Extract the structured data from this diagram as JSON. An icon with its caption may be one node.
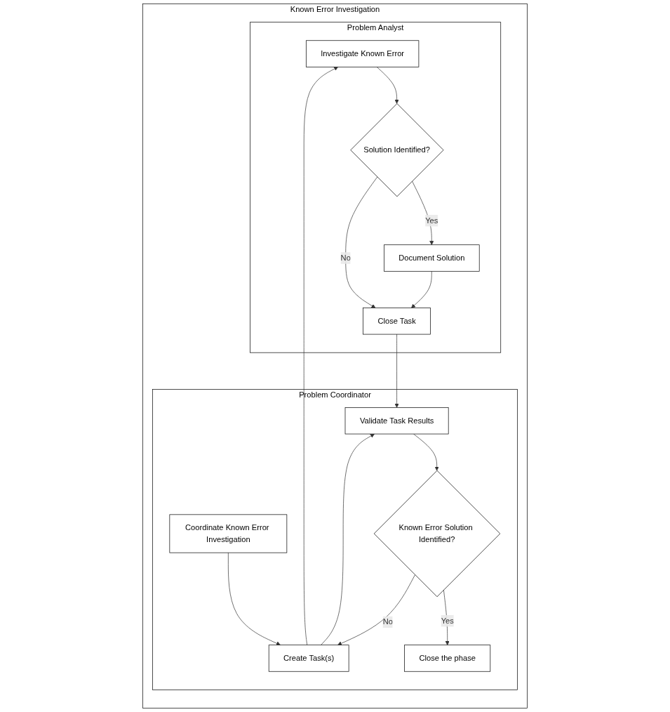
{
  "diagram": {
    "nodes": [
      {
        "text": [
          "Known Error Investigation"
        ]
      },
      {
        "text": [
          "Problem Coordinator"
        ],
        "in": 0
      },
      {
        "text": [
          "Problem Analyst"
        ],
        "in": 0
      },
      {
        "text": [
          "Coordinate Known Error Investigation"
        ],
        "in": 1
      },
      {
        "text": [
          "Create Task(s)"
        ],
        "in": 1
      },
      {
        "text": [
          "Validate Task Results"
        ],
        "in": 1
      },
      {
        "text": [
          "Known Error Solution Identified?"
        ],
        "in": 1
      },
      {
        "text": [
          "Close the phase"
        ],
        "in": 1
      },
      {
        "text": [
          "Investigate Known Error"
        ],
        "in": 2
      },
      {
        "text": [
          "Solution Identified?"
        ],
        "in": 2
      },
      {
        "text": [
          "Document Solution"
        ],
        "in": 2
      },
      {
        "text": [
          "Close Task"
        ],
        "in": 2
      }
    ],
    "edges": [
      {
        "from": 3,
        "to": 4,
        "arrow": "to"
      },
      {
        "from": 4,
        "to": 8,
        "arrow": "to"
      },
      {
        "from": 4,
        "to": 5,
        "arrow": "to"
      },
      {
        "from": 5,
        "to": 6,
        "arrow": "to"
      },
      {
        "from": 6,
        "to": 7,
        "label": "Yes",
        "arrow": "to"
      },
      {
        "from": 6,
        "to": 4,
        "label": "No",
        "arrow": "to"
      },
      {
        "from": 8,
        "to": 9,
        "arrow": "to"
      },
      {
        "from": 9,
        "to": 10,
        "label": "Yes",
        "arrow": "to"
      },
      {
        "from": 9,
        "to": 11,
        "label": "No",
        "arrow": "to"
      },
      {
        "from": 10,
        "to": 11,
        "arrow": "to"
      },
      {
        "from": 11,
        "to": 5,
        "arrow": "to"
      }
    ]
  }
}
